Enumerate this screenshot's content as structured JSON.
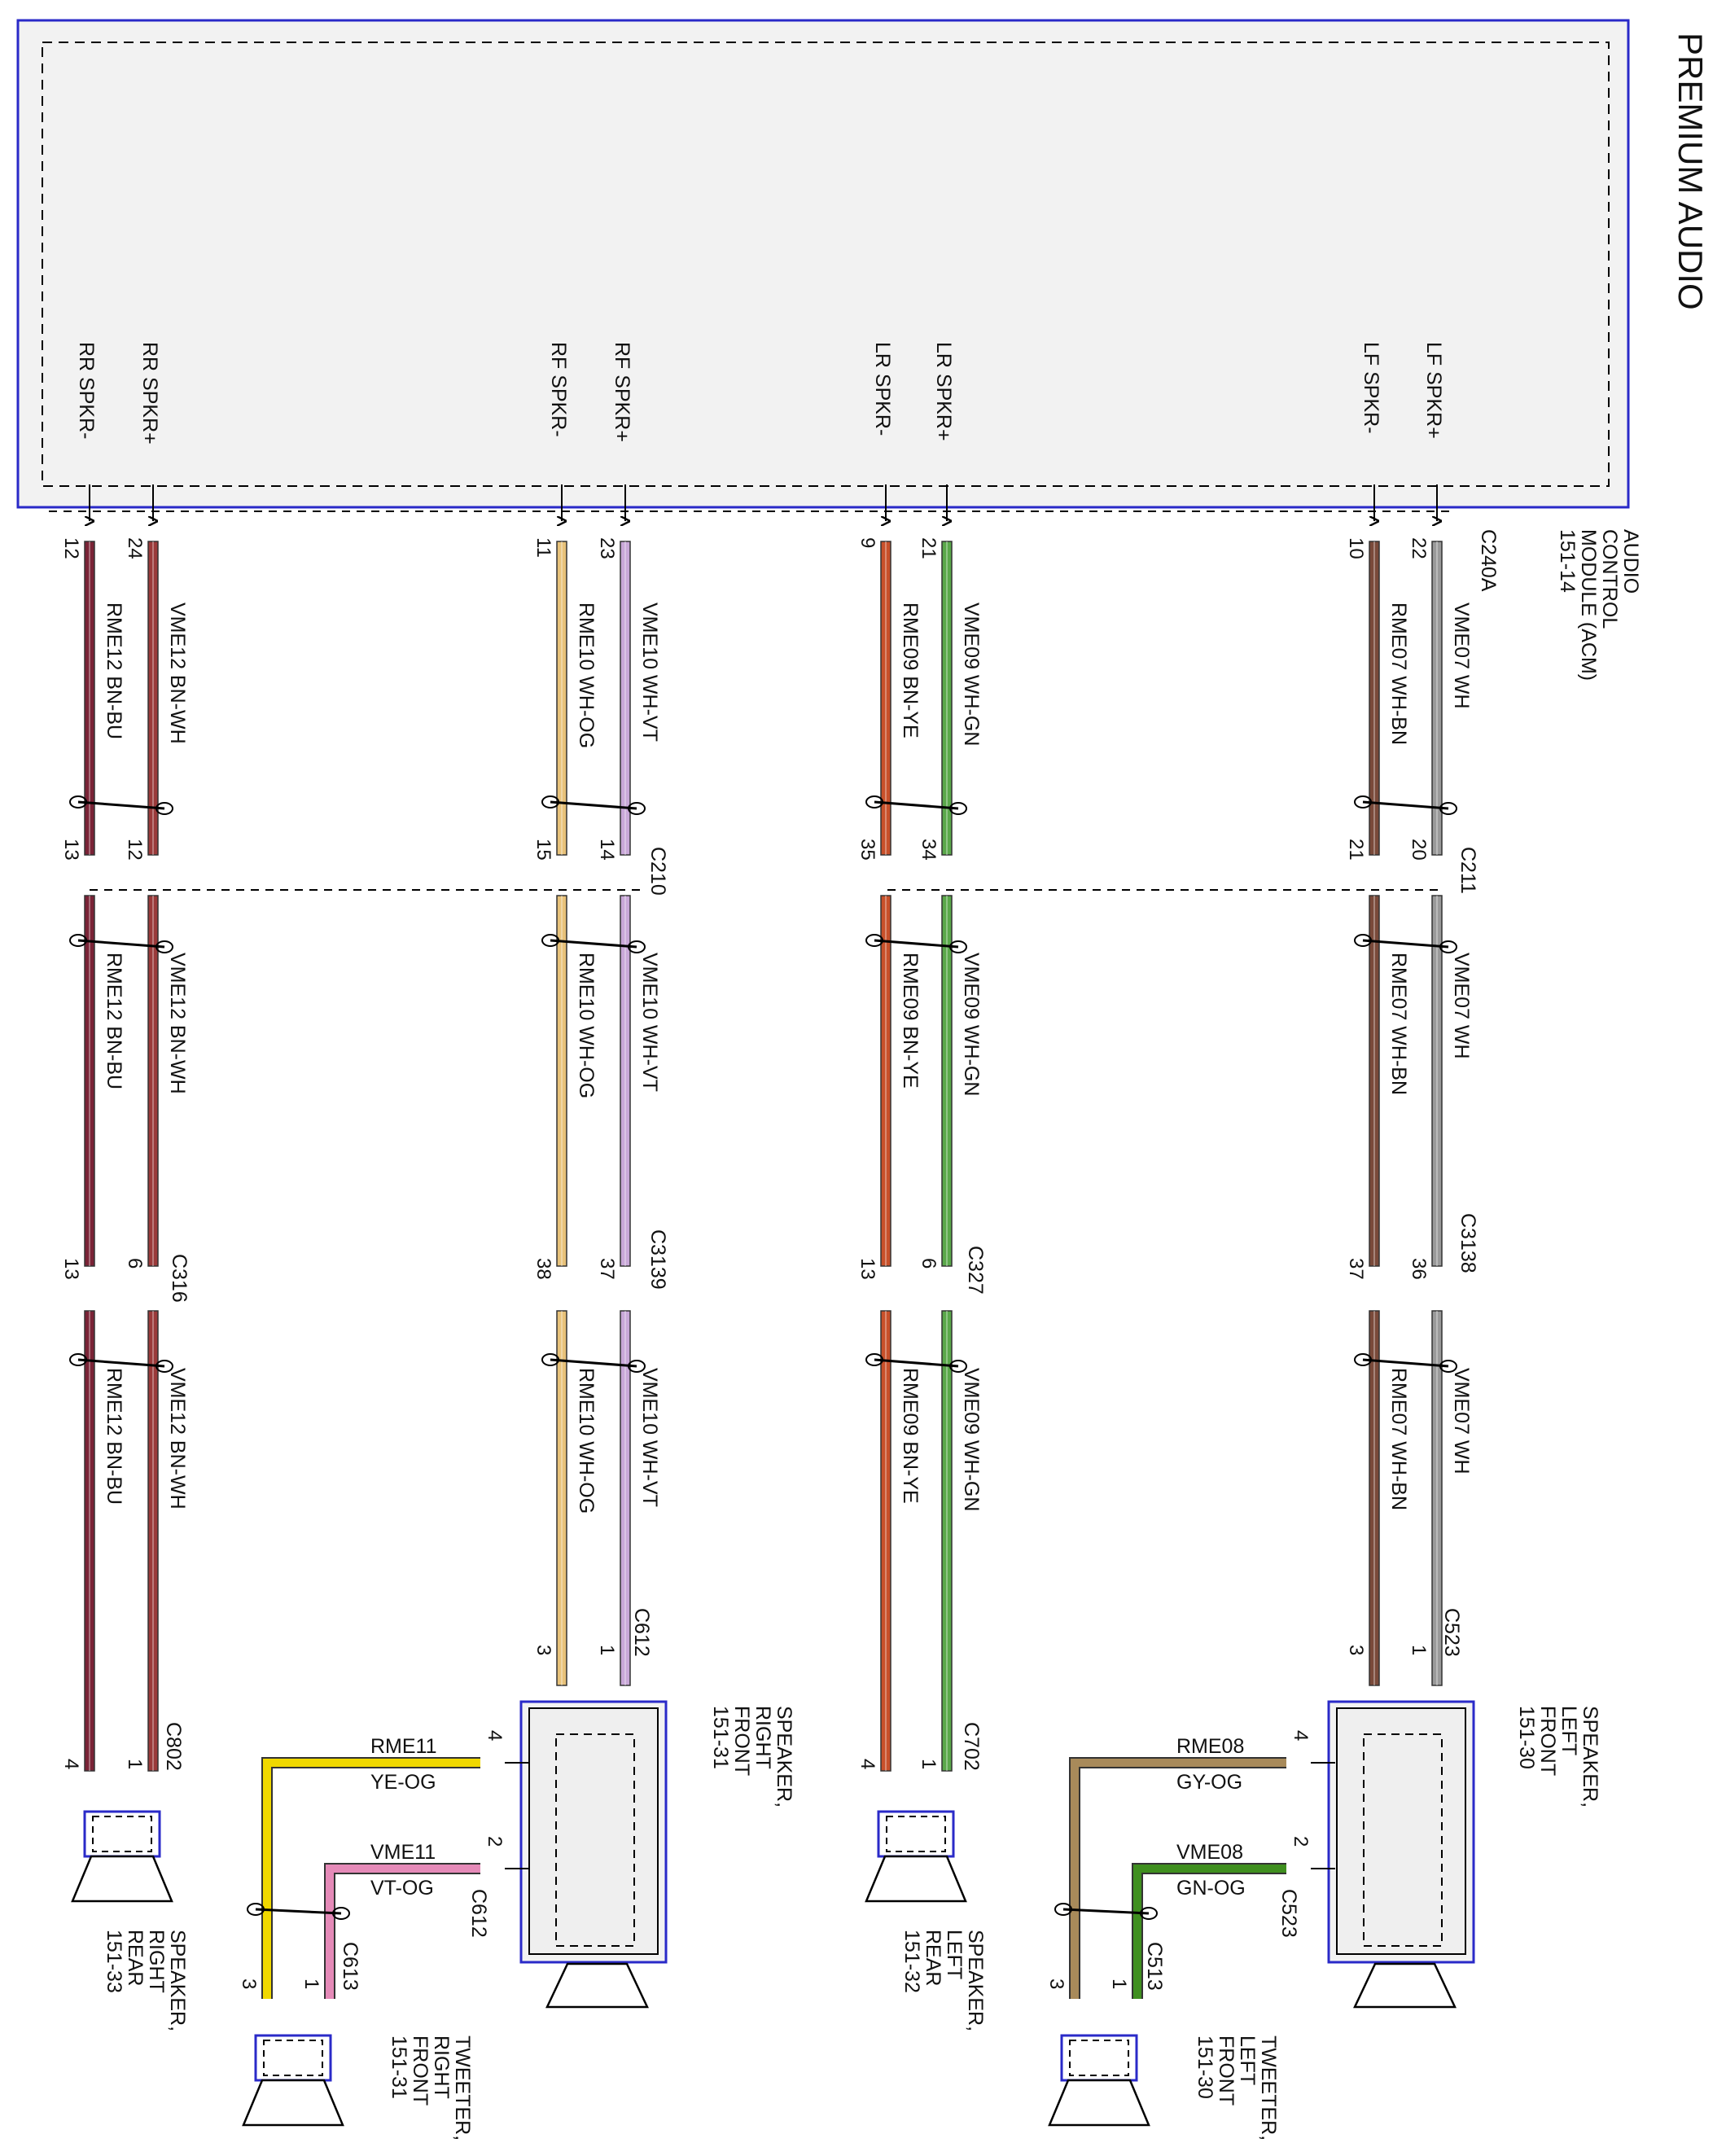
{
  "title": "PREMIUM AUDIO",
  "module": {
    "lines": [
      "AUDIO",
      "CONTROL",
      "MODULE (ACM)",
      "151-14"
    ],
    "connector": "C240A"
  },
  "pin_labels": [
    "RR SPKR-",
    "RR SPKR+",
    "RF SPKR-",
    "RF SPKR+",
    "LR SPKR-",
    "LR SPKR+",
    "LF SPKR-",
    "LF SPKR+"
  ],
  "connectors": [
    "C210",
    "C211",
    "C316",
    "C3139",
    "C327",
    "C3138",
    "C612",
    "C523",
    "C802",
    "C702",
    "C613",
    "C513"
  ],
  "pins": {
    "acm": [
      "12",
      "24",
      "11",
      "23",
      "9",
      "21",
      "10",
      "22"
    ],
    "c210_211": [
      "13",
      "12",
      "15",
      "14",
      "35",
      "34",
      "21",
      "20"
    ],
    "c316_3139_327_3138": [
      "13",
      "6",
      "38",
      "37",
      "13",
      "6",
      "37",
      "36"
    ],
    "c612_523_top": [
      "3",
      "1",
      "3",
      "1"
    ],
    "speaker_bottom": [
      "4",
      "1",
      "4",
      "1"
    ],
    "side_pins": [
      "4",
      "2",
      "4",
      "2"
    ],
    "tweeter": [
      "3",
      "1",
      "3",
      "1"
    ]
  },
  "circuits": [
    {
      "id": "RME12",
      "color": "BN-BU"
    },
    {
      "id": "VME12",
      "color": "BN-WH"
    },
    {
      "id": "RME10",
      "color": "WH-OG"
    },
    {
      "id": "VME10",
      "color": "WH-VT"
    },
    {
      "id": "RME09",
      "color": "BN-YE"
    },
    {
      "id": "VME09",
      "color": "WH-GN"
    },
    {
      "id": "RME07",
      "color": "WH-BN"
    },
    {
      "id": "VME07",
      "color": "WH"
    }
  ],
  "tweeter_circuits": [
    {
      "id": "RME11",
      "color": "YE-OG"
    },
    {
      "id": "VME11",
      "color": "VT-OG"
    },
    {
      "id": "RME08",
      "color": "GY-OG"
    },
    {
      "id": "VME08",
      "color": "GN-OG"
    }
  ],
  "components": [
    {
      "lines": [
        "SPEAKER,",
        "RIGHT",
        "REAR",
        "151-33"
      ]
    },
    {
      "lines": [
        "TWEETER,",
        "RIGHT",
        "FRONT",
        "151-31"
      ]
    },
    {
      "lines": [
        "SPEAKER,",
        "RIGHT",
        "FRONT",
        "151-31"
      ]
    },
    {
      "lines": [
        "SPEAKER,",
        "LEFT",
        "REAR",
        "151-32"
      ]
    },
    {
      "lines": [
        "TWEETER,",
        "LEFT",
        "FRONT",
        "151-30"
      ]
    },
    {
      "lines": [
        "SPEAKER,",
        "LEFT",
        "FRONT",
        "151-30"
      ]
    }
  ],
  "wire_colors": {
    "BN-BU": "#7a2336",
    "BN-WH": "#9a3a3a",
    "WH-OG": "#e8c27a",
    "WH-VT": "#c9a8d8",
    "BN-YE": "#c8502a",
    "WH-GN": "#5aa84a",
    "WH-BN": "#7a4a3a",
    "WH": "#999999",
    "YE-OG": "#f0d800",
    "VT-OG": "#e58ab8",
    "GY-OG": "#a88a5a",
    "GN-OG": "#3f8f1f"
  }
}
